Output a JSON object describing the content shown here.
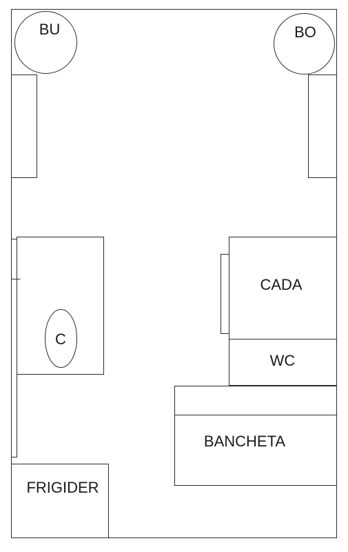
{
  "labels": {
    "bu": "BU",
    "bo": "BO",
    "c": "C",
    "cada": "CADA",
    "wc": "WC",
    "bancheta": "BANCHETA",
    "frigider": "FRIGIDER"
  },
  "colors": {
    "line": "#2a2a2a",
    "background": "#ffffff"
  }
}
